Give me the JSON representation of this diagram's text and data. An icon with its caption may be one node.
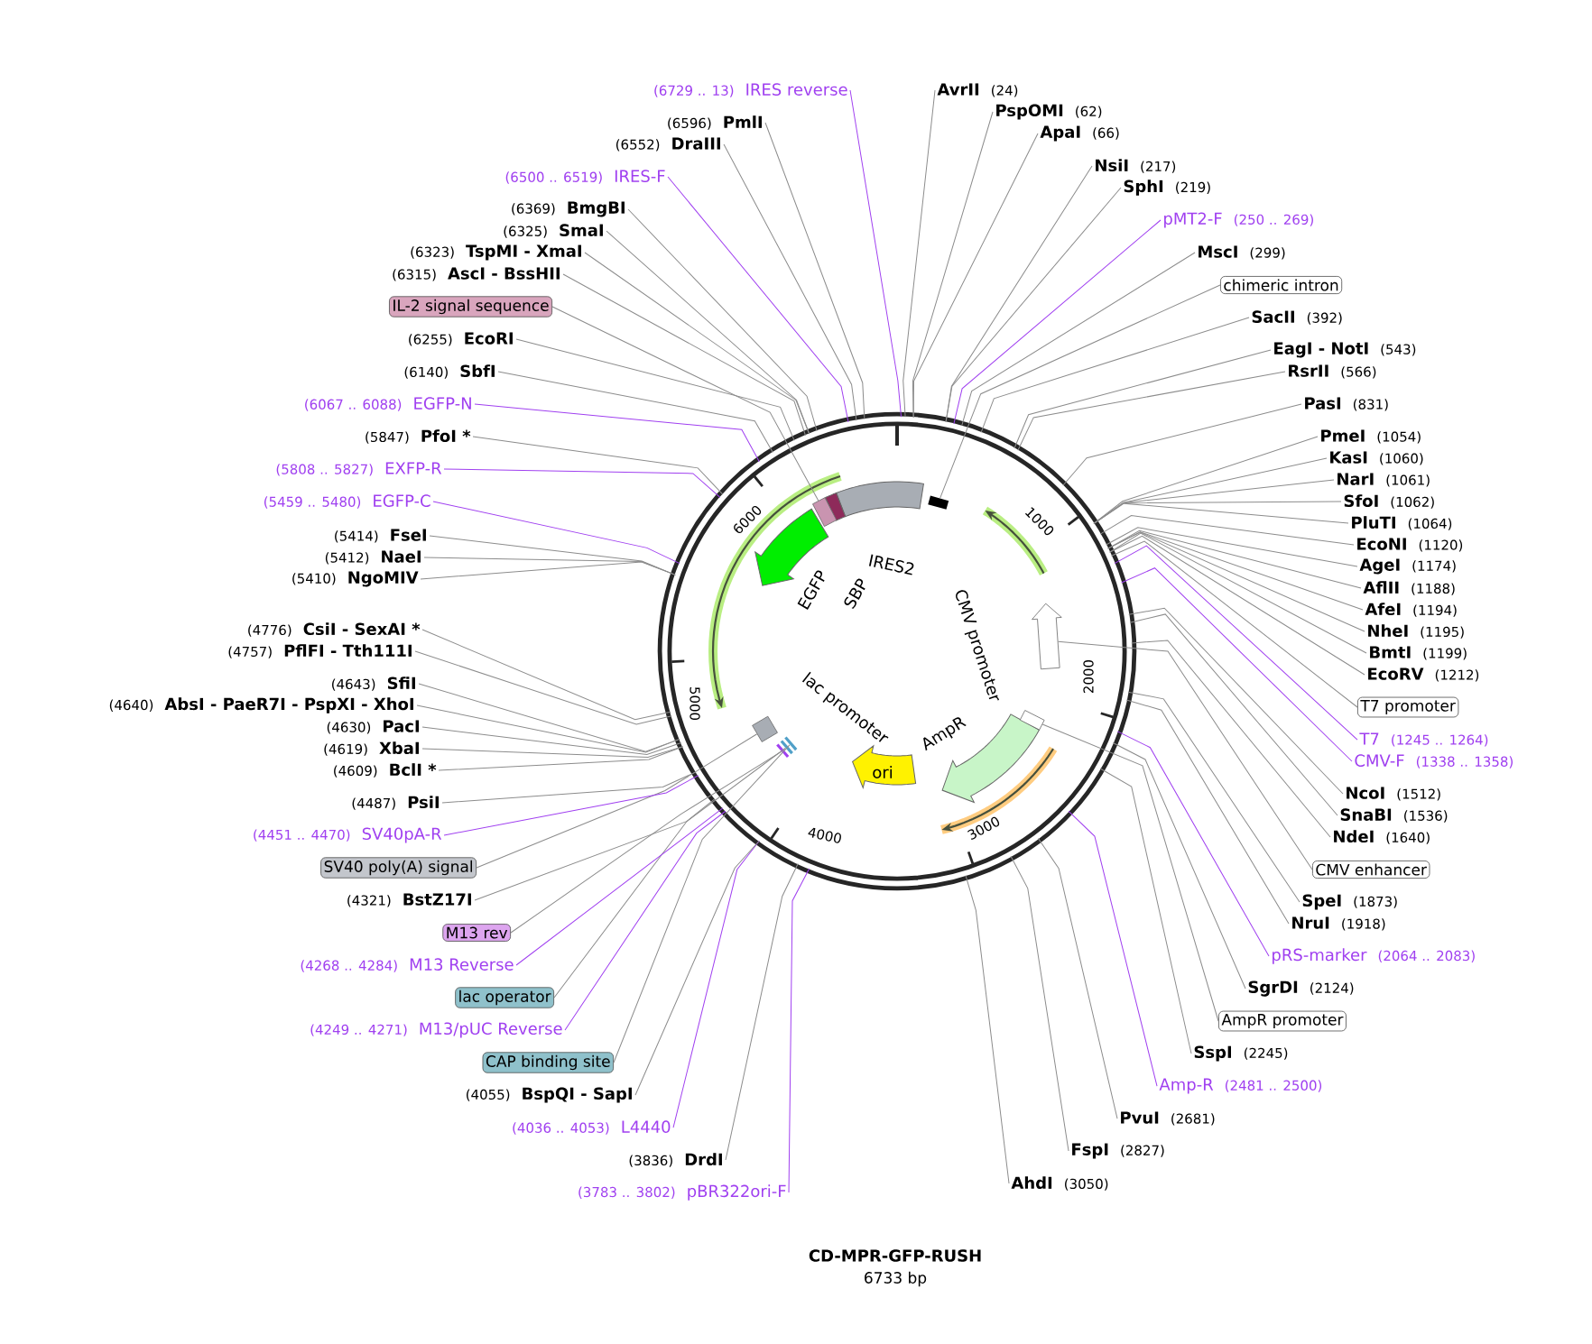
{
  "diagram": {
    "title": "CD-MPR-GFP-RUSH",
    "caption": "6733 bp",
    "nodes": [
      {
        "text": [
          "(6729 .. 13)",
          "IRES reverse"
        ]
      },
      {
        "text": [
          "AvrII",
          "(24)"
        ]
      },
      {
        "text": [
          "PspOMI",
          "(62)"
        ]
      },
      {
        "text": [
          "ApaI",
          "(66)"
        ]
      },
      {
        "text": [
          "NsiI",
          "(217)"
        ]
      },
      {
        "text": [
          "SphI",
          "(219)"
        ]
      },
      {
        "text": [
          "pMT2-F",
          "(250 .. 269)"
        ]
      },
      {
        "text": [
          "MscI",
          "(299)"
        ]
      },
      {
        "text": [
          "chimeric intron"
        ]
      },
      {
        "text": [
          "SacII",
          "(392)"
        ]
      },
      {
        "text": [
          "EagI - NotI",
          "(543)"
        ]
      },
      {
        "text": [
          "RsrII",
          "(566)"
        ]
      },
      {
        "text": [
          "PasI",
          "(831)"
        ]
      },
      {
        "text": [
          "PmeI",
          "(1054)"
        ]
      },
      {
        "text": [
          "KasI",
          "(1060)"
        ]
      },
      {
        "text": [
          "NarI",
          "(1061)"
        ]
      },
      {
        "text": [
          "SfoI",
          "(1062)"
        ]
      },
      {
        "text": [
          "PluTI",
          "(1064)"
        ]
      },
      {
        "text": [
          "EcoNI",
          "(1120)"
        ]
      },
      {
        "text": [
          "AgeI",
          "(1174)"
        ]
      },
      {
        "text": [
          "AflII",
          "(1188)"
        ]
      },
      {
        "text": [
          "AfeI",
          "(1194)"
        ]
      },
      {
        "text": [
          "NheI",
          "(1195)"
        ]
      },
      {
        "text": [
          "BmtI",
          "(1199)"
        ]
      },
      {
        "text": [
          "EcoRV",
          "(1212)"
        ]
      },
      {
        "text": [
          "T7 promoter"
        ]
      },
      {
        "text": [
          "T7",
          "(1245 .. 1264)"
        ]
      },
      {
        "text": [
          "CMV-F",
          "(1338 .. 1358)"
        ]
      },
      {
        "text": [
          "NcoI",
          "(1512)"
        ]
      },
      {
        "text": [
          "SnaBI",
          "(1536)"
        ]
      },
      {
        "text": [
          "NdeI",
          "(1640)"
        ]
      },
      {
        "text": [
          "CMV enhancer"
        ]
      },
      {
        "text": [
          "SpeI",
          "(1873)"
        ]
      },
      {
        "text": [
          "NruI",
          "(1918)"
        ]
      },
      {
        "text": [
          "pRS-marker",
          "(2064 .. 2083)"
        ]
      },
      {
        "text": [
          "SgrDI",
          "(2124)"
        ]
      },
      {
        "text": [
          "AmpR promoter"
        ]
      },
      {
        "text": [
          "SspI",
          "(2245)"
        ]
      },
      {
        "text": [
          "Amp-R",
          "(2481 .. 2500)"
        ]
      },
      {
        "text": [
          "PvuI",
          "(2681)"
        ]
      },
      {
        "text": [
          "FspI",
          "(2827)"
        ]
      },
      {
        "text": [
          "AhdI",
          "(3050)"
        ]
      },
      {
        "text": [
          "(3783 .. 3802)",
          "pBR322ori-F"
        ]
      },
      {
        "text": [
          "(3836)",
          "DrdI"
        ]
      },
      {
        "text": [
          "(4036 .. 4053)",
          "L4440"
        ]
      },
      {
        "text": [
          "(4055)",
          "BspQI - SapI"
        ]
      },
      {
        "text": [
          "CAP binding site"
        ]
      },
      {
        "text": [
          "(4249 .. 4271)",
          "M13/pUC Reverse"
        ]
      },
      {
        "text": [
          "lac operator"
        ]
      },
      {
        "text": [
          "(4268 .. 4284)",
          "M13 Reverse"
        ]
      },
      {
        "text": [
          "M13 rev"
        ]
      },
      {
        "text": [
          "(4321)",
          "BstZ17I"
        ]
      },
      {
        "text": [
          "SV40 poly(A) signal"
        ]
      },
      {
        "text": [
          "(4451 .. 4470)",
          "SV40pA-R"
        ]
      },
      {
        "text": [
          "(4487)",
          "PsiI"
        ]
      },
      {
        "text": [
          "(4609)",
          "BclI *"
        ]
      },
      {
        "text": [
          "(4619)",
          "XbaI"
        ]
      },
      {
        "text": [
          "(4630)",
          "PacI"
        ]
      },
      {
        "text": [
          "(4640)",
          "AbsI - PaeR7I - PspXI - XhoI"
        ]
      },
      {
        "text": [
          "(4643)",
          "SfiI"
        ]
      },
      {
        "text": [
          "(4757)",
          "PflFI - Tth111I"
        ]
      },
      {
        "text": [
          "(4776)",
          "CsiI - SexAI *"
        ]
      },
      {
        "text": [
          "(5410)",
          "NgoMIV"
        ]
      },
      {
        "text": [
          "(5412)",
          "NaeI"
        ]
      },
      {
        "text": [
          "(5414)",
          "FseI"
        ]
      },
      {
        "text": [
          "(5459 .. 5480)",
          "EGFP-C"
        ]
      },
      {
        "text": [
          "(5808 .. 5827)",
          "EXFP-R"
        ]
      },
      {
        "text": [
          "(5847)",
          "PfoI *"
        ]
      },
      {
        "text": [
          "(6067 .. 6088)",
          "EGFP-N"
        ]
      },
      {
        "text": [
          "(6140)",
          "SbfI"
        ]
      },
      {
        "text": [
          "(6255)",
          "EcoRI"
        ]
      },
      {
        "text": [
          "IL-2 signal sequence"
        ]
      },
      {
        "text": [
          "(6315)",
          "AscI - BssHII"
        ]
      },
      {
        "text": [
          "(6323)",
          "TspMI - XmaI"
        ]
      },
      {
        "text": [
          "(6325)",
          "SmaI"
        ]
      },
      {
        "text": [
          "(6369)",
          "BmgBI"
        ]
      },
      {
        "text": [
          "(6500 .. 6519)",
          "IRES-F"
        ]
      },
      {
        "text": [
          "(6552)",
          "DraIII"
        ]
      },
      {
        "text": [
          "(6596)",
          "PmlI"
        ]
      },
      {
        "text": [],
        "shape": "circle"
      },
      {
        "text": [],
        "shape": "bar",
        "in": 79
      },
      {
        "text": [],
        "shape": "arrow",
        "in": 79
      },
      {
        "text": [],
        "shape": "box",
        "in": 79
      },
      {
        "text": [],
        "shape": "bar",
        "in": 79
      },
      {
        "text": [],
        "shape": "bar",
        "in": 79
      },
      {
        "text": [],
        "shape": "bar",
        "in": 79
      },
      {
        "text": [],
        "shape": "box",
        "in": 79
      },
      {
        "text": [],
        "shape": "bar",
        "in": 79
      }
    ],
    "edges": [
      {
        "from": 0,
        "to": 79,
        "arrow": "none",
        "color": "#a040f0"
      },
      {
        "from": 1,
        "to": 79,
        "arrow": "none"
      },
      {
        "from": 2,
        "to": 79,
        "arrow": "none"
      },
      {
        "from": 3,
        "to": 79,
        "arrow": "none"
      },
      {
        "from": 4,
        "to": 79,
        "arrow": "none"
      },
      {
        "from": 5,
        "to": 79,
        "arrow": "none"
      },
      {
        "from": 6,
        "to": 79,
        "arrow": "none",
        "color": "#a040f0"
      },
      {
        "from": 7,
        "to": 79,
        "arrow": "none"
      },
      {
        "from": 8,
        "to": 87,
        "arrow": "none"
      },
      {
        "from": 9,
        "to": 79,
        "arrow": "none"
      },
      {
        "from": 10,
        "to": 79,
        "arrow": "none"
      },
      {
        "from": 11,
        "to": 79,
        "arrow": "none"
      },
      {
        "from": 12,
        "to": 79,
        "arrow": "none"
      },
      {
        "from": 13,
        "to": 79,
        "arrow": "none"
      },
      {
        "from": 14,
        "to": 79,
        "arrow": "none"
      },
      {
        "from": 15,
        "to": 79,
        "arrow": "none"
      },
      {
        "from": 16,
        "to": 79,
        "arrow": "none"
      },
      {
        "from": 17,
        "to": 79,
        "arrow": "none"
      },
      {
        "from": 18,
        "to": 79,
        "arrow": "none"
      },
      {
        "from": 19,
        "to": 79,
        "arrow": "none"
      },
      {
        "from": 20,
        "to": 79,
        "arrow": "none"
      },
      {
        "from": 21,
        "to": 79,
        "arrow": "none"
      },
      {
        "from": 22,
        "to": 79,
        "arrow": "none"
      },
      {
        "from": 23,
        "to": 79,
        "arrow": "none"
      },
      {
        "from": 24,
        "to": 79,
        "arrow": "none"
      },
      {
        "from": 25,
        "to": 79,
        "arrow": "none"
      },
      {
        "from": 26,
        "to": 79,
        "arrow": "none",
        "color": "#a040f0"
      },
      {
        "from": 27,
        "to": 79,
        "arrow": "none",
        "color": "#a040f0"
      },
      {
        "from": 28,
        "to": 79,
        "arrow": "none"
      },
      {
        "from": 29,
        "to": 79,
        "arrow": "none"
      },
      {
        "from": 30,
        "to": 79,
        "arrow": "none"
      },
      {
        "from": 31,
        "to": 81,
        "arrow": "none"
      },
      {
        "from": 32,
        "to": 79,
        "arrow": "none"
      },
      {
        "from": 33,
        "to": 79,
        "arrow": "none"
      },
      {
        "from": 34,
        "to": 79,
        "arrow": "none",
        "color": "#a040f0"
      },
      {
        "from": 35,
        "to": 79,
        "arrow": "none"
      },
      {
        "from": 36,
        "to": 86,
        "arrow": "none"
      },
      {
        "from": 37,
        "to": 79,
        "arrow": "none"
      },
      {
        "from": 38,
        "to": 79,
        "arrow": "none",
        "color": "#a040f0"
      },
      {
        "from": 39,
        "to": 79,
        "arrow": "none"
      },
      {
        "from": 40,
        "to": 79,
        "arrow": "none"
      },
      {
        "from": 41,
        "to": 79,
        "arrow": "none"
      },
      {
        "from": 42,
        "to": 79,
        "arrow": "none",
        "color": "#a040f0"
      },
      {
        "from": 43,
        "to": 79,
        "arrow": "none"
      },
      {
        "from": 44,
        "to": 79,
        "arrow": "none",
        "color": "#a040f0"
      },
      {
        "from": 45,
        "to": 79,
        "arrow": "none"
      },
      {
        "from": 46,
        "to": 84,
        "arrow": "none"
      },
      {
        "from": 47,
        "to": 79,
        "arrow": "none",
        "color": "#a040f0"
      },
      {
        "from": 48,
        "to": 83,
        "arrow": "none"
      },
      {
        "from": 49,
        "to": 79,
        "arrow": "none",
        "color": "#a040f0"
      },
      {
        "from": 50,
        "to": 80,
        "arrow": "none"
      },
      {
        "from": 51,
        "to": 79,
        "arrow": "none"
      },
      {
        "from": 52,
        "to": 82,
        "arrow": "none"
      },
      {
        "from": 53,
        "to": 79,
        "arrow": "none",
        "color": "#a040f0"
      },
      {
        "from": 54,
        "to": 79,
        "arrow": "none"
      },
      {
        "from": 55,
        "to": 79,
        "arrow": "none"
      },
      {
        "from": 56,
        "to": 79,
        "arrow": "none"
      },
      {
        "from": 57,
        "to": 79,
        "arrow": "none"
      },
      {
        "from": 58,
        "to": 79,
        "arrow": "none"
      },
      {
        "from": 59,
        "to": 79,
        "arrow": "none"
      },
      {
        "from": 60,
        "to": 79,
        "arrow": "none"
      },
      {
        "from": 61,
        "to": 79,
        "arrow": "none"
      },
      {
        "from": 62,
        "to": 79,
        "arrow": "none"
      },
      {
        "from": 63,
        "to": 79,
        "arrow": "none"
      },
      {
        "from": 64,
        "to": 79,
        "arrow": "none"
      },
      {
        "from": 65,
        "to": 79,
        "arrow": "none",
        "color": "#a040f0"
      },
      {
        "from": 66,
        "to": 79,
        "arrow": "none",
        "color": "#a040f0"
      },
      {
        "from": 67,
        "to": 79,
        "arrow": "none"
      },
      {
        "from": 68,
        "to": 79,
        "arrow": "none",
        "color": "#a040f0"
      },
      {
        "from": 69,
        "to": 79,
        "arrow": "none"
      },
      {
        "from": 70,
        "to": 79,
        "arrow": "none"
      },
      {
        "from": 71,
        "to": 85,
        "arrow": "none"
      },
      {
        "from": 72,
        "to": 79,
        "arrow": "none"
      },
      {
        "from": 73,
        "to": 79,
        "arrow": "none"
      },
      {
        "from": 74,
        "to": 79,
        "arrow": "none"
      },
      {
        "from": 75,
        "to": 79,
        "arrow": "none"
      },
      {
        "from": 76,
        "to": 79,
        "arrow": "none",
        "color": "#a040f0"
      },
      {
        "from": 77,
        "to": 79,
        "arrow": "none"
      },
      {
        "from": 78,
        "to": 79,
        "arrow": "none"
      }
    ],
    "labels": [
      "1000",
      "2000",
      "3000",
      "4000",
      "5000",
      "6000",
      "EGFP",
      "SBP",
      "IRES2",
      "CMV promoter",
      "AmpR",
      "ori",
      "lac promoter"
    ]
  }
}
